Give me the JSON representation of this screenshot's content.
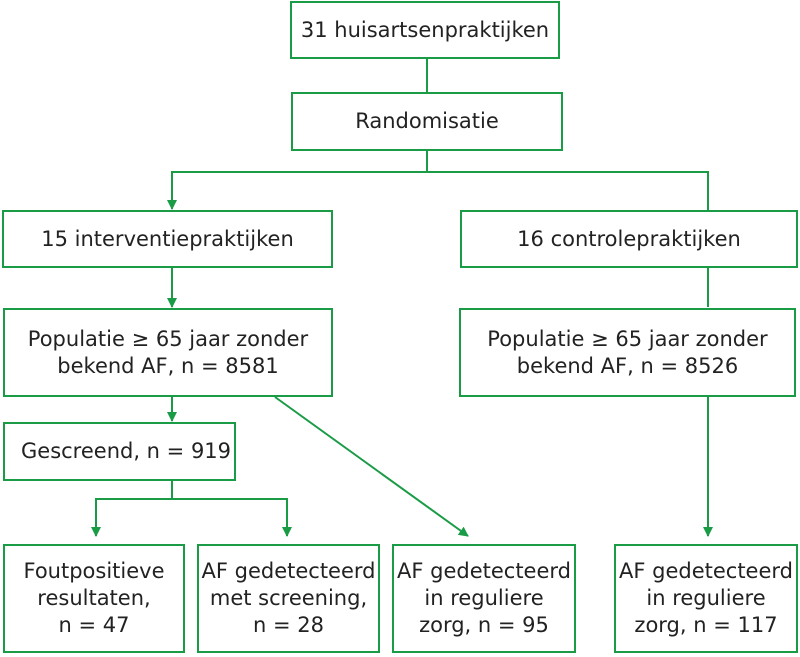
{
  "colors": {
    "accent": "#1a9b46",
    "text": "#222222"
  },
  "nodes": {
    "practices": "31 huisartsenpraktijken",
    "randomization": "Randomisatie",
    "intervention": "15 interventiepraktijken",
    "control": "16 controlepraktijken",
    "pop_intervention": [
      "Populatie ≥ 65 jaar zonder",
      "bekend AF, n = 8581"
    ],
    "pop_control": [
      "Populatie ≥ 65 jaar zonder",
      "bekend AF, n = 8526"
    ],
    "screened": "Gescreend, n = 919",
    "false_positive": [
      "Foutpositieve",
      "resultaten,",
      "n = 47"
    ],
    "af_screening": [
      "AF gedetecteerd",
      "met screening,",
      "n = 28"
    ],
    "af_regular_intervention": [
      "AF gedetecteerd",
      "in reguliere",
      "zorg, n = 95"
    ],
    "af_regular_control": [
      "AF gedetecteerd",
      "in reguliere",
      "zorg, n = 117"
    ]
  }
}
